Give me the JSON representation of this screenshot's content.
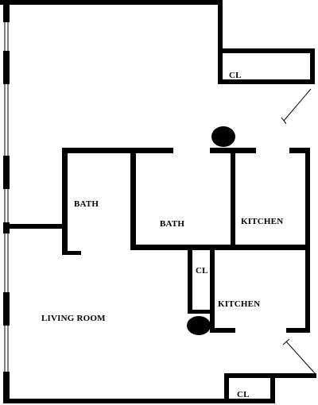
{
  "rooms": {
    "living_room": "LIVING ROOM",
    "bath_1": "BATH",
    "bath_2": "BATH",
    "kitchen_1": "KITCHEN",
    "kitchen_2": "KITCHEN",
    "closet_top": "CL",
    "closet_middle": "CL",
    "closet_bottom": "CL"
  },
  "colors": {
    "wall": "#000000",
    "background": "#ffffff"
  }
}
